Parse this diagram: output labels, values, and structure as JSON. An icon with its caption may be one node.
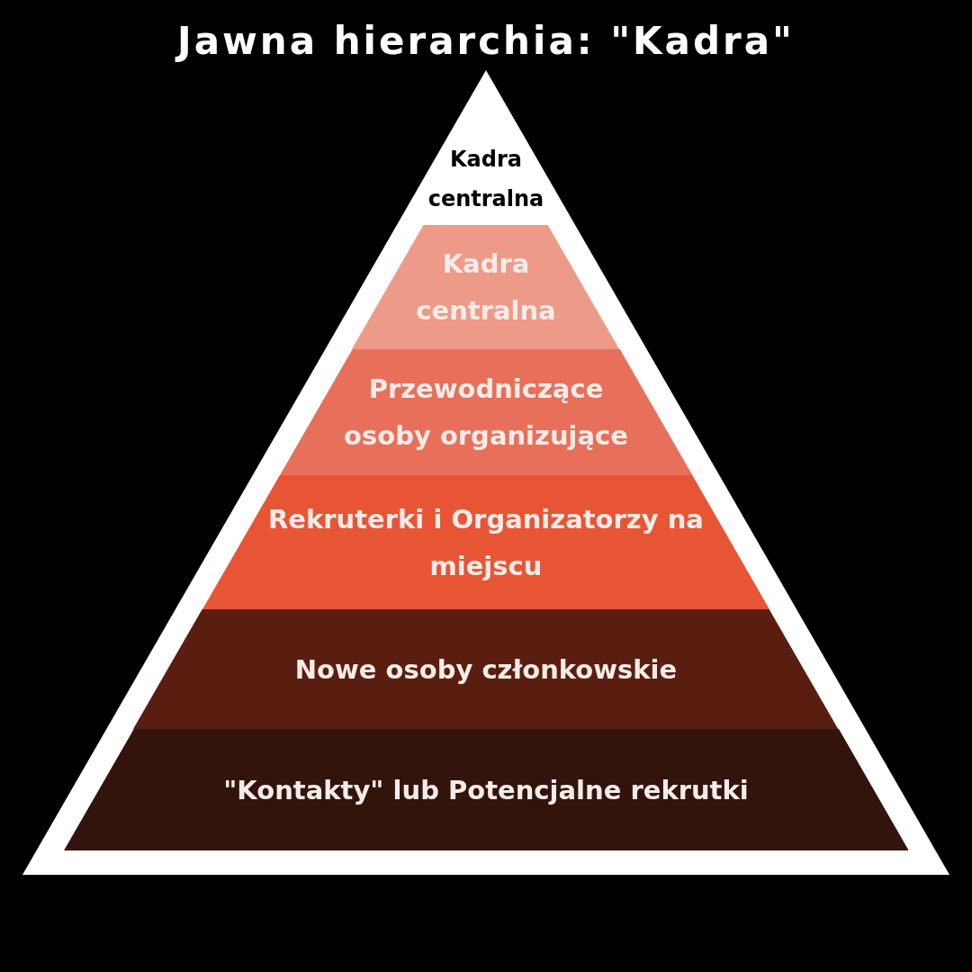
{
  "diagram": {
    "title": "Jawna hierarchia: \"Kadra\"",
    "nodes": [
      {
        "text": [
          "Kadra centralna"
        ]
      },
      {
        "text": [
          "Kadra centralna"
        ],
        "in": 0
      },
      {
        "text": [
          "Przewodniczące osoby organizujące"
        ],
        "in": 0
      },
      {
        "text": [
          "Rekruterki i Organizatorzy na miejscu"
        ],
        "in": 0
      },
      {
        "text": [
          "Nowe osoby członkowskie"
        ],
        "in": 0
      },
      {
        "text": [
          "\"Kontakty\" lub Potencjalne rekrutki"
        ],
        "in": 0
      }
    ]
  }
}
